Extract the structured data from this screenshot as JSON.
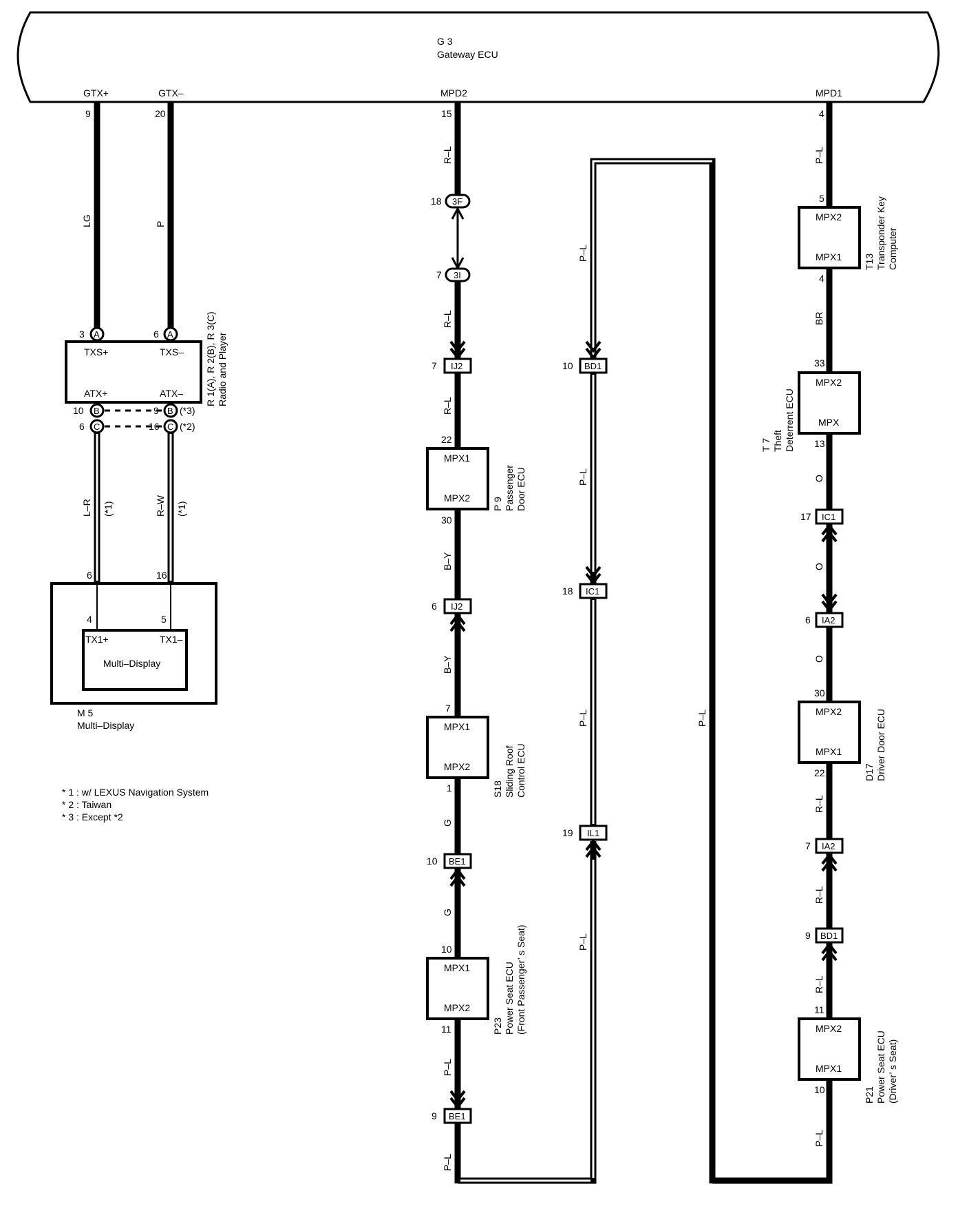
{
  "gateway": {
    "id": "G 3",
    "name": "Gateway ECU",
    "pins": [
      "GTX+",
      "GTX–",
      "MPD2",
      "MPD1"
    ]
  },
  "radio": {
    "id": "R 1(A), R 2(B), R 3(C)",
    "name": "Radio and Player",
    "txs_p": "TXS+",
    "txs_n": "TXS–",
    "atx_p": "ATX+",
    "atx_n": "ATX–"
  },
  "multi_display": {
    "id": "M 5",
    "name": "Multi–Display",
    "inner": "Multi–Display",
    "tx_p": "TX1+",
    "tx_n": "TX1–"
  },
  "ecus": {
    "passenger_door": {
      "id": "P 9",
      "name1": "Passenger",
      "name2": "Door ECU",
      "top": "MPX1",
      "bottom": "MPX2"
    },
    "sliding_roof": {
      "id": "S18",
      "name1": "Sliding Roof",
      "name2": "Control ECU",
      "top": "MPX1",
      "bottom": "MPX2"
    },
    "power_seat_pass": {
      "id": "P23",
      "name1": "Power Seat ECU",
      "name2": "(Front Passenger’ s Seat)",
      "top": "MPX1",
      "bottom": "MPX2"
    },
    "transponder": {
      "id": "T13",
      "name1": "Transponder Key",
      "name2": "Computer",
      "top": "MPX2",
      "bottom": "MPX1"
    },
    "theft": {
      "id": "T 7",
      "name1": "Theft",
      "name2": "Deterrent ECU",
      "top": "MPX2",
      "bottom": "MPX"
    },
    "driver_door": {
      "id": "D17",
      "name1": "Driver Door ECU",
      "top": "MPX2",
      "bottom": "MPX1"
    },
    "power_seat_drv": {
      "id": "P21",
      "name1": "Power Seat ECU",
      "name2": "(Driver’ s Seat)",
      "top": "MPX2",
      "bottom": "MPX1"
    }
  },
  "connectors": {
    "c3F": "3F",
    "c3I": "3I",
    "ij2a": "IJ2",
    "ij2b": "IJ2",
    "be1a": "BE1",
    "be1b": "BE1",
    "bd1a": "BD1",
    "ic1a": "IC1",
    "il1": "IL1",
    "ic1b": "IC1",
    "ia2a": "IA2",
    "ia2b": "IA2",
    "bd1b": "BD1"
  },
  "pin_letters": {
    "A": "A",
    "B": "B",
    "C": "C"
  },
  "wire_colors": {
    "lg": "LG",
    "p": "P",
    "lr": "L–R",
    "rw": "R–W",
    "rl": "R–L",
    "by": "B–Y",
    "g": "G",
    "pl": "P–L",
    "br": "BR",
    "o": "O"
  },
  "notes": {
    "star1": "(*1)",
    "star2": "(*2)",
    "star3": "(*3)"
  },
  "legend": [
    "* 1 : w/ LEXUS Navigation System",
    "* 2 : Taiwan",
    "* 3 : Except *2"
  ],
  "pins": {
    "p9": "9",
    "p20": "20",
    "p15": "15",
    "p4": "4",
    "p5": "5",
    "p3": "3",
    "p6": "6",
    "p10": "10",
    "p16": "16",
    "p18": "18",
    "p7": "7",
    "p22": "22",
    "p30": "30",
    "p1": "1",
    "p11": "11",
    "p33": "33",
    "p13": "13",
    "p17": "17",
    "p19": "19"
  }
}
